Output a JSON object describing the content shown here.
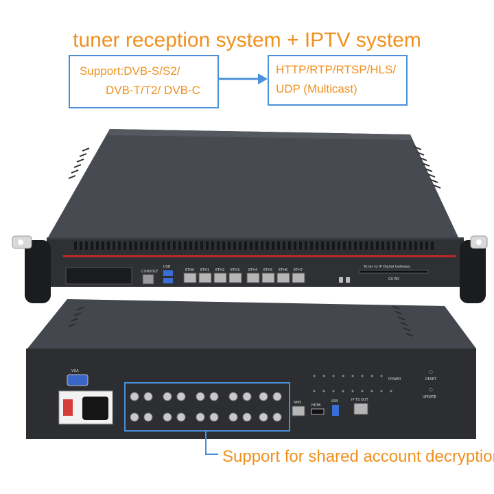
{
  "headline": "tuner reception system + IPTV system",
  "input_box": {
    "line1": "Support:DVB-S/S2/",
    "line2": "DVB-T/T2/ DVB-C"
  },
  "output_box": {
    "line1": "HTTP/RTP/RTSP/HLS/",
    "line2": "UDP (Multicast)"
  },
  "bottom_note": "Support for shared account decryption",
  "front_panel": {
    "console_label": "CONSOLE",
    "usb_label": "USB",
    "eth_labels": [
      "ETH0",
      "ETH1",
      "ETH2",
      "ETH3",
      "ETH4",
      "ETH5",
      "ETH6",
      "ETH7"
    ],
    "brand_text": "Tuner to IP Digital Gateway",
    "ca_label": "CA RD"
  },
  "rear_panel": {
    "vga_label": "VGA",
    "nms_label": "NMS",
    "hdmi_label": "HDMI",
    "usb_label": "USB",
    "ts_out_label": "IP TS OUT",
    "power_label": "POWER",
    "reset_label": "RESET",
    "update_label": "UPDATE"
  },
  "colors": {
    "accent_orange": "#f0901e",
    "box_blue": "#4a90d9",
    "chassis": "#3a3d42",
    "red_stripe": "#c0282a"
  }
}
